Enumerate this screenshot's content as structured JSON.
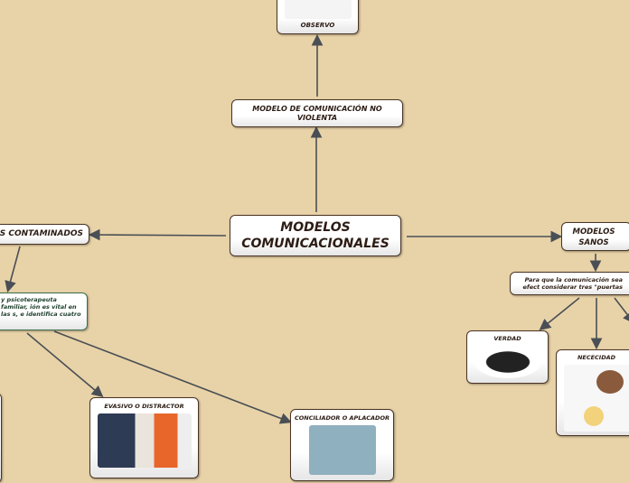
{
  "central": {
    "title": "MODELOS COMUNICACIONALES"
  },
  "nvc": {
    "label": "MODELO DE COMUNICACIÓN NO VIOLENTA",
    "child": "OBSERVO"
  },
  "contaminados": {
    "label": "OS CONTAMINADOS",
    "text": "y psicoterapeuta familiar, ión es vital en las s, e identifica cuatro",
    "children": [
      "EVASIVO O DISTRACTOR",
      "CONCILIADOR O APLACADOR"
    ]
  },
  "sanos": {
    "label": "MODELOS SANOS",
    "text": "Para que la comunicación sea efect considerar tres \"puertas",
    "children": [
      "VERDAD",
      "NECECIDAD"
    ]
  },
  "colors": {
    "background": "#e8d3a8",
    "border": "#4a3425",
    "connector": "#4a4f55",
    "green_border": "#3c6e4e"
  }
}
